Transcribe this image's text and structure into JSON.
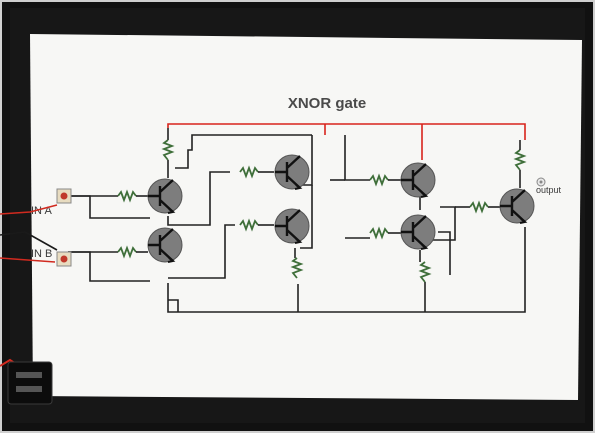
{
  "diagram": {
    "title": "XNOR gate",
    "inputs": [
      {
        "id": "A",
        "label": "IN A"
      },
      {
        "id": "B",
        "label": "IN B"
      }
    ],
    "output_label": "output",
    "component_types": [
      "npn-transistor",
      "resistor",
      "push-button",
      "battery-clip"
    ],
    "colors": {
      "background": "#111111",
      "paper": "#f7f7f5",
      "wire": "#222222",
      "supply_wire": "#d8241c",
      "resistor": "#3f6f3a",
      "transistor_body": "#7d7d7d",
      "button_cap": "#c0392b",
      "button_base": "#e8dcc0",
      "input_lead_red": "#d12a1f",
      "input_lead_black": "#1a1a1a"
    }
  }
}
